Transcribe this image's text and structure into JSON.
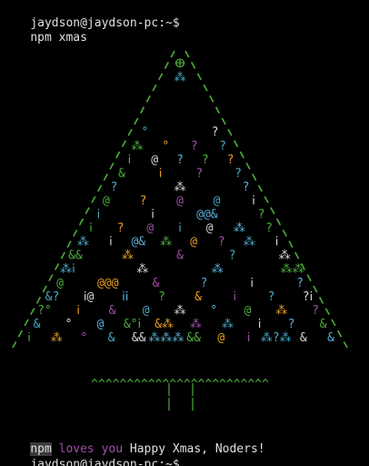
{
  "terminal": {
    "prompt": "jaydson@jaydson-pc:~$",
    "command": "npm xmas",
    "footer_prefix": "npm",
    "footer_middle": " loves you",
    "footer_message": " Happy Xmas, Noders!",
    "final_prompt": "jaydson@jaydson-pc:~$"
  },
  "tree": {
    "star": "★",
    "rows": [
      "ⴲ",
      "⁂",
      "",
      "",
      "",
      "° ?",
      "⁂ ° ? ?",
      "ⅰ @ ? ? ?",
      "& ⅰ ? ?",
      "? ⁂ ?",
      "@ ? @ @ ⅰ",
      "ⅰ ⅰ @@& ?",
      "ⅰ ? @ ⅰ @ ⁂ ?",
      "⁂ ⅰ @& ⁂ @ ? ⁂ ⅰ",
      "&& ⁂ & ? ⁂",
      "⁂ⅰ ⁂ ⁂ ⁂⁂",
      "@ @@@ & ? ⅰ ?",
      "&? ⅰ@ ⅰⅰ ? & ⅰ ? ?ⅰ",
      "?° ⅰ & @ ⁂ ° @ ⁂ ?",
      "& ° @ &°ⅰ &⁂ ⁂ ⁂ ⅰ ? &",
      "ⅰ ⁂ ° & && ⁂⁂⁂ && @ ⅰ ⁂?⁂ & &"
    ],
    "colors": [
      "#4caf3a",
      "#e8a020",
      "#a050a8",
      "#4aa8c8",
      "#d8d8d8",
      "#5ab0d8"
    ],
    "edge_color": "#4caf3a",
    "base": "^^^^^^^^^^^^^^^^^^^^^^^^^",
    "trunk": "|"
  }
}
